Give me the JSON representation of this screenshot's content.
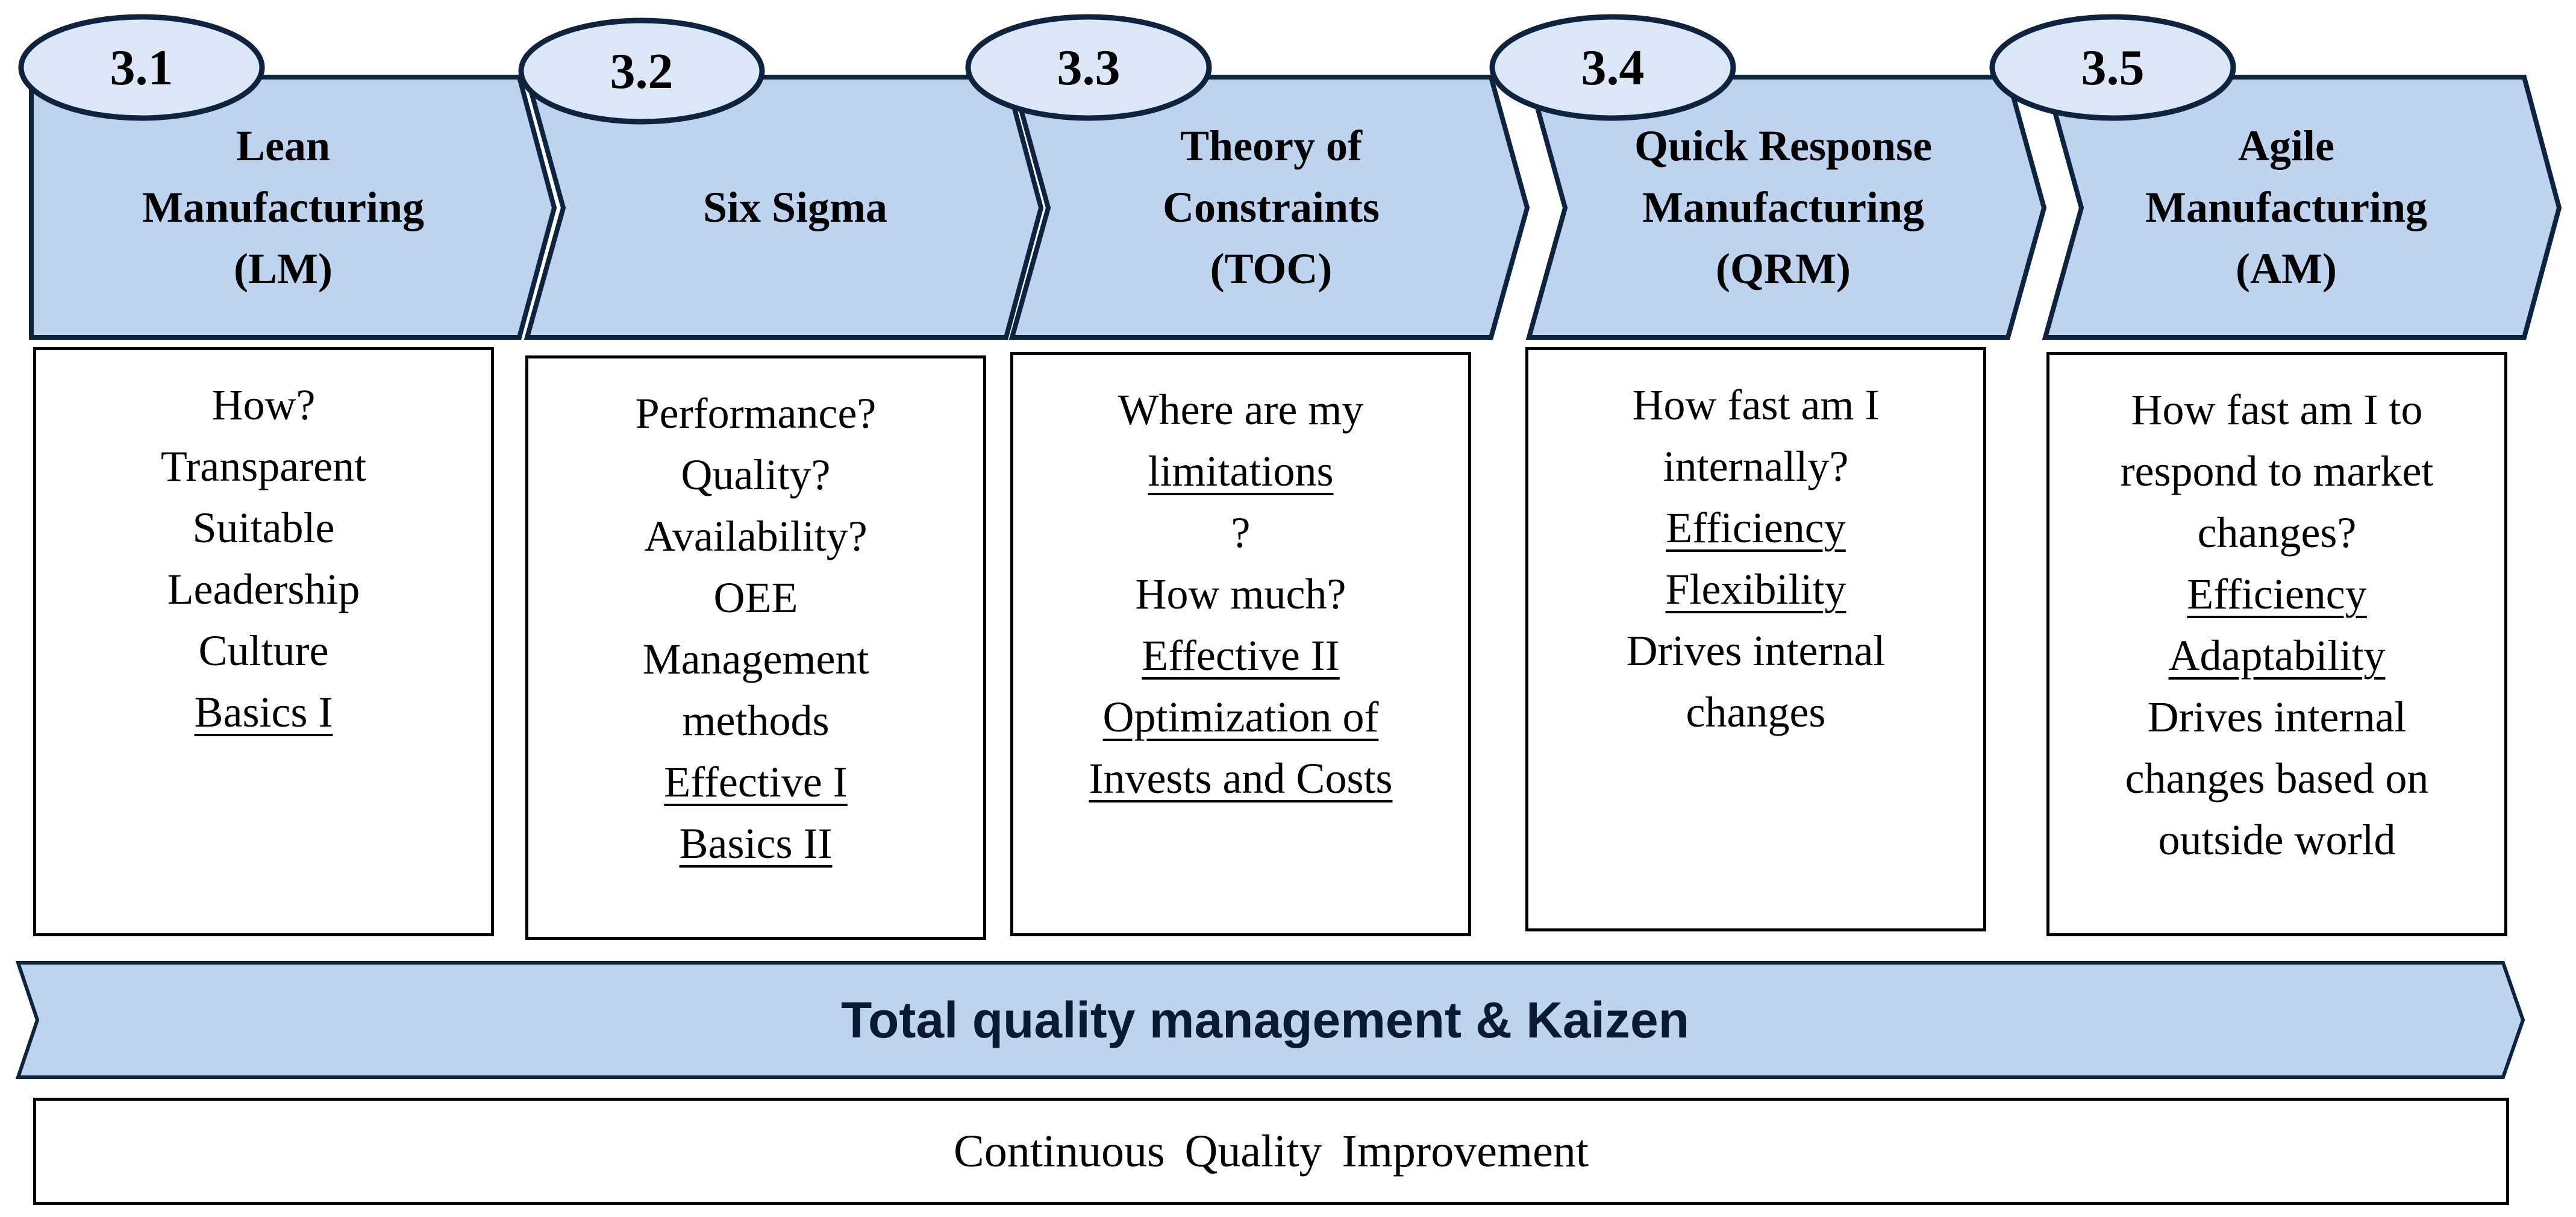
{
  "colors": {
    "chevron_fill": "#bdd3ee",
    "badge_fill": "#dbe7f6",
    "outline": "#0d2340",
    "banner_text": "#0b1a33"
  },
  "stages": [
    {
      "number": "3.1",
      "title": [
        "Lean",
        "Manufacturing",
        "(LM)"
      ],
      "lines": [
        {
          "text": "How?",
          "underline": false
        },
        {
          "text": "Transparent",
          "underline": false
        },
        {
          "text": "Suitable",
          "underline": false
        },
        {
          "text": "Leadership",
          "underline": false
        },
        {
          "text": "Culture",
          "underline": false
        },
        {
          "text": "Basics I",
          "underline": true
        }
      ]
    },
    {
      "number": "3.2",
      "title": [
        "Six Sigma"
      ],
      "lines": [
        {
          "text": "Performance?",
          "underline": false
        },
        {
          "text": "Quality?",
          "underline": false
        },
        {
          "text": "Availability?",
          "underline": false
        },
        {
          "text": "OEE",
          "underline": false
        },
        {
          "text": "Management",
          "underline": false
        },
        {
          "text": "methods",
          "underline": false
        },
        {
          "text": "Effective I",
          "underline": true
        },
        {
          "text": "Basics II",
          "underline": true
        }
      ]
    },
    {
      "number": "3.3",
      "title": [
        "Theory of",
        "Constraints",
        "(TOC)"
      ],
      "lines": [
        {
          "text": "Where are my",
          "underline": false
        },
        {
          "parts": [
            {
              "text": "limitations",
              "underline": true
            },
            {
              "text": "?",
              "underline": false
            }
          ]
        },
        {
          "text": "How much?",
          "underline": false
        },
        {
          "text": "Effective II",
          "underline": true
        },
        {
          "text": "Optimization of",
          "underline": true
        },
        {
          "text": "Invests and Costs",
          "underline": true
        }
      ]
    },
    {
      "number": "3.4",
      "title": [
        "Quick Response",
        "Manufacturing",
        "(QRM)"
      ],
      "lines": [
        {
          "text": "How fast am I",
          "underline": false
        },
        {
          "text": "internally?",
          "underline": false
        },
        {
          "text": "Efficiency",
          "underline": true
        },
        {
          "text": "Flexibility",
          "underline": true
        },
        {
          "text": "Drives internal",
          "underline": false
        },
        {
          "text": "changes",
          "underline": false
        }
      ]
    },
    {
      "number": "3.5",
      "title": [
        "Agile",
        "Manufacturing",
        "(AM)"
      ],
      "lines": [
        {
          "text": "How fast am I to",
          "underline": false
        },
        {
          "text": "respond to market",
          "underline": false
        },
        {
          "text": "changes?",
          "underline": false
        },
        {
          "text": "Efficiency",
          "underline": true
        },
        {
          "text": "Adaptability",
          "underline": true
        },
        {
          "text": "Drives internal",
          "underline": false
        },
        {
          "text": "changes based on",
          "underline": false
        },
        {
          "text": "outside world",
          "underline": false
        }
      ]
    }
  ],
  "banner": {
    "label": "Total quality management & Kaizen"
  },
  "footer": {
    "label": "Continuous Quality Improvement"
  }
}
